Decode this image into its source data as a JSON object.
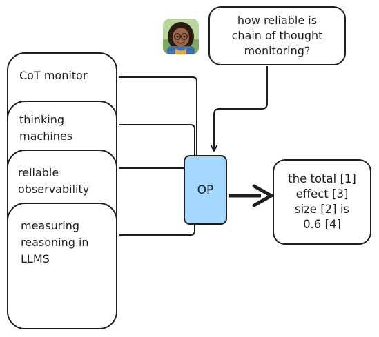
{
  "query": {
    "text": "how reliable is\nchain of thought\nmonitoring?"
  },
  "documents": [
    {
      "label": "CoT monitor"
    },
    {
      "label": "thinking\nmachines"
    },
    {
      "label": "reliable\nobservability"
    },
    {
      "label": "measuring\nreasoning in\nLLMS"
    }
  ],
  "operator": {
    "label": "OP"
  },
  "output": {
    "text": "the total [1]\neffect [3]\nsize [2] is\n0.6 [4]"
  },
  "colors": {
    "operator_fill": "#a5d8ff",
    "stroke": "#1e1e1e"
  },
  "icons": {
    "avatar": "person-avatar-icon"
  }
}
